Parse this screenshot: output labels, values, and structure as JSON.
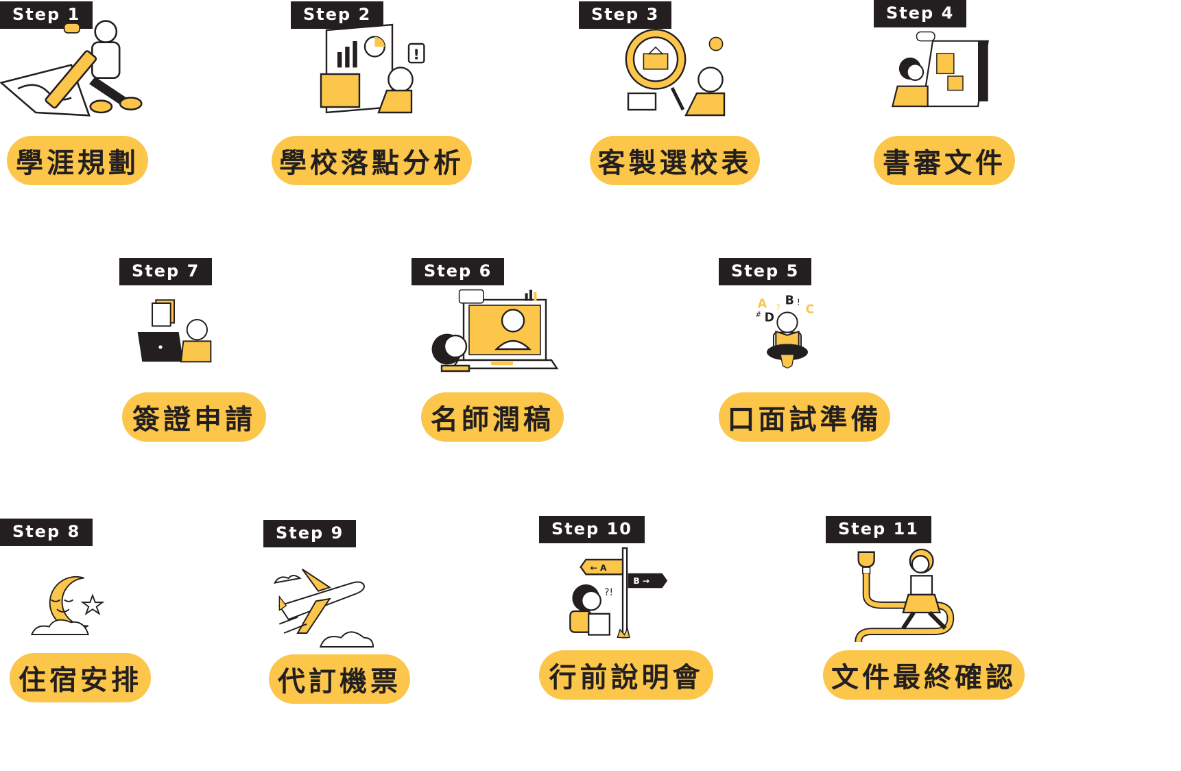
{
  "colors": {
    "accent": "#fbc64a",
    "ink": "#231f20",
    "paper": "#ffffff"
  },
  "steps": [
    {
      "tag": "Step 1",
      "title": "學涯規劃",
      "icon": "student-with-pencil-icon"
    },
    {
      "tag": "Step  2",
      "title": "學校落點分析",
      "icon": "analysis-charts-icon"
    },
    {
      "tag": "Step  3",
      "title": "客製選校表",
      "icon": "magnifier-school-icon"
    },
    {
      "tag": "Step  4",
      "title": "書審文件",
      "icon": "calendar-documents-icon"
    },
    {
      "tag": "Step 7",
      "title": "簽證申請",
      "icon": "laptop-application-icon"
    },
    {
      "tag": "Step 6",
      "title": "名師潤稿",
      "icon": "video-call-icon"
    },
    {
      "tag": "Step 5",
      "title": "口面試準備",
      "icon": "reading-letters-icon"
    },
    {
      "tag": "Step 8",
      "title": "住宿安排",
      "icon": "moon-star-icon"
    },
    {
      "tag": "Step 9",
      "title": "代訂機票",
      "icon": "airplane-icon"
    },
    {
      "tag": "Step 10",
      "title": "行前說明會",
      "icon": "signpost-icon"
    },
    {
      "tag": "Step 11",
      "title": "文件最終確認",
      "icon": "trophy-runner-icon"
    }
  ],
  "illustration_text": {
    "sign_a": "← A",
    "sign_b": "B →",
    "question": "?!",
    "letters": [
      "A",
      "B",
      "C",
      "D",
      "?",
      "!",
      "#"
    ]
  }
}
